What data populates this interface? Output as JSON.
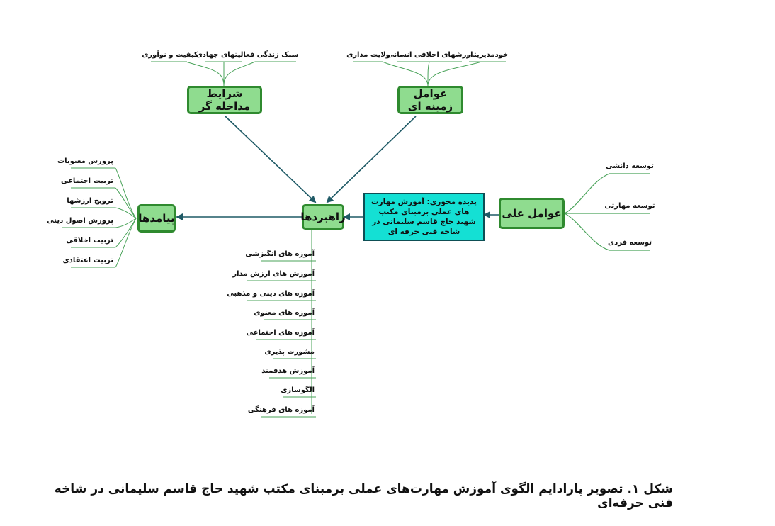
{
  "nodes": {
    "moderators": "شرایط مداخله گر",
    "context": "عوامل زمینه ای",
    "strategies": "راهبردها",
    "outcomes": "پیامدها",
    "phenomenon": "پدیده محوری: آموزش مهارت های عملی برمبنای مکتب شهید حاج قاسم سلیمانی در شاخه فنی حرفه ای",
    "causal": "عوامل علی"
  },
  "moderator_items": [
    "سبک زندگی",
    "فعالیتهای جهادی",
    "کیفیت و نوآوری"
  ],
  "context_items": [
    "خودمدیریتی",
    "ارزشهای اخلاقی انسانی",
    "ولایت مداری"
  ],
  "causal_items": [
    "توسعه دانشی",
    "توسعه مهارتی",
    "توسعه فردی"
  ],
  "outcome_items": [
    "پرورش معنویات",
    "تربیت اجتماعی",
    "ترویج ارزشها",
    "پرورش اصول دینی",
    "تربیت اخلاقی",
    "تربیت اعتقادی"
  ],
  "strategy_items": [
    "آموزه های انگیزشی",
    "آموزش های ارزش مدار",
    "آموزه های دینی و مذهبی",
    "آموزه های معنوی",
    "آموزه های اجتماعی",
    "مشورت پذیری",
    "آموزش هدفمند",
    "الگوسازی",
    "آموزه های فرهنگی"
  ],
  "caption": "شکل ۱. تصویر پارادایم الگوی آموزش مهارت‌های عملی برمبنای مکتب شهید حاج قاسم سلیمانی در شاخه فنی حرفه‌ای",
  "colors": {
    "arrow": "#1f5a66",
    "branch": "#4aa35a",
    "green_fill": "#8fdc8f",
    "green_border": "#2f8a2f",
    "cyan_fill": "#14e0d4"
  }
}
